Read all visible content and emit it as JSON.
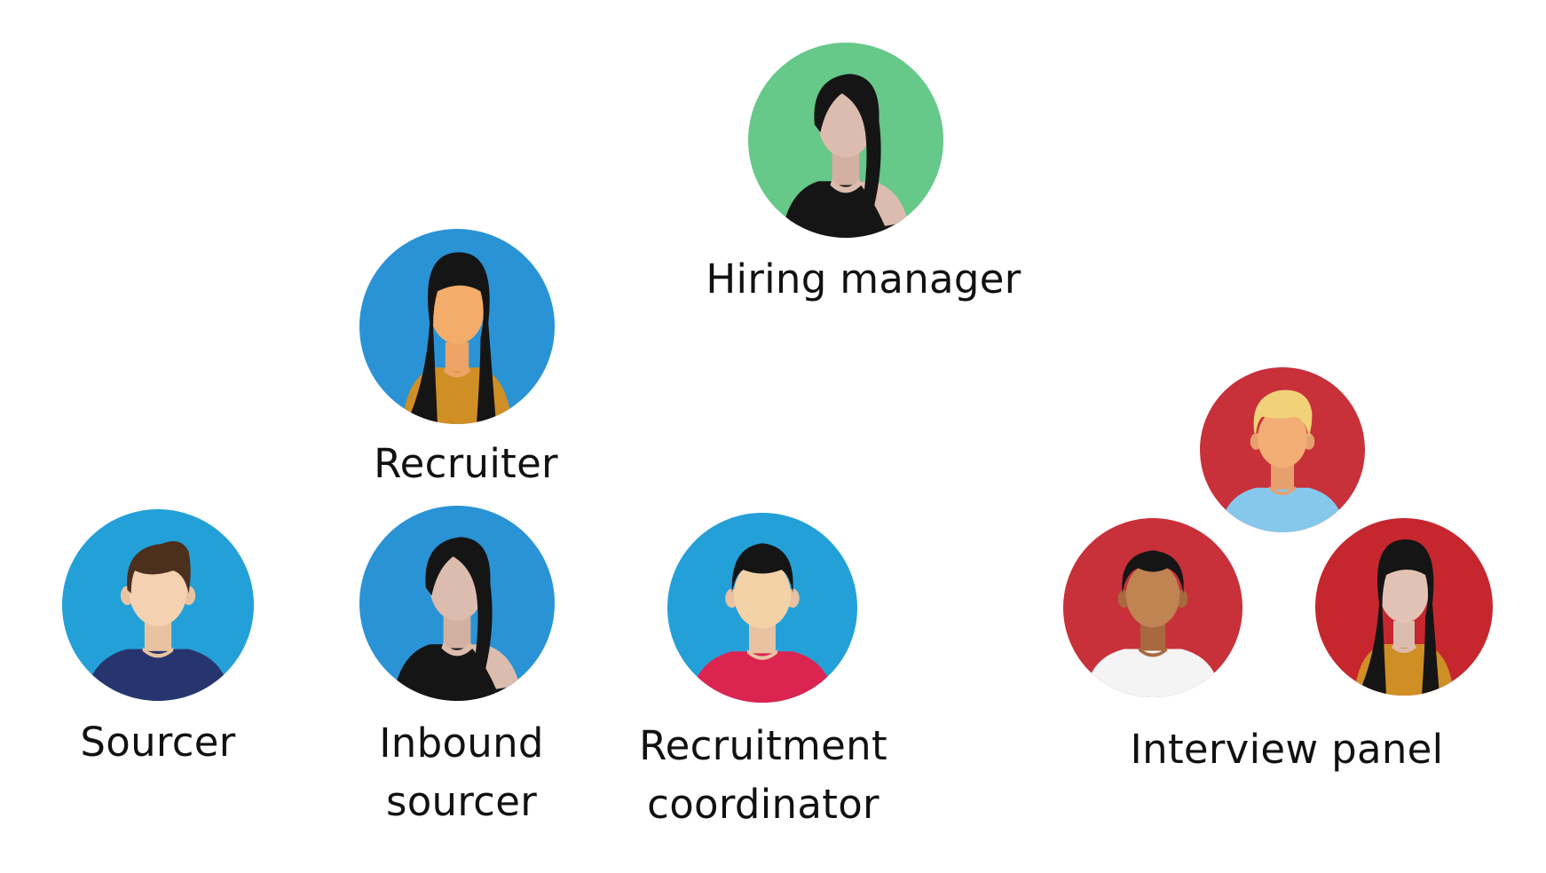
{
  "roles": {
    "hiring_manager": {
      "label": "Hiring manager"
    },
    "recruiter": {
      "label": "Recruiter"
    },
    "sourcer": {
      "label": "Sourcer"
    },
    "inbound_sourcer": {
      "label_line1": "Inbound",
      "label_line2": "sourcer"
    },
    "recruitment_coordinator": {
      "label_line1": "Recruitment",
      "label_line2": "coordinator"
    },
    "interview_panel": {
      "label": "Interview panel"
    }
  },
  "colors": {
    "green": "#66c889",
    "blue": "#2a93d5",
    "blue_light": "#24a0d8",
    "red": "#c8303a",
    "text": "#111111"
  },
  "icons": {
    "hiring_manager": "woman-side-hair-avatar-icon",
    "recruiter": "woman-long-hair-avatar-icon",
    "sourcer": "man-brown-hair-avatar-icon",
    "inbound_sourcer": "woman-side-hair-avatar-icon",
    "recruitment_coordinator": "man-black-hair-avatar-icon",
    "panel_top": "man-blond-hair-avatar-icon",
    "panel_left": "man-dark-skin-avatar-icon",
    "panel_right": "woman-long-hair-avatar-icon"
  }
}
